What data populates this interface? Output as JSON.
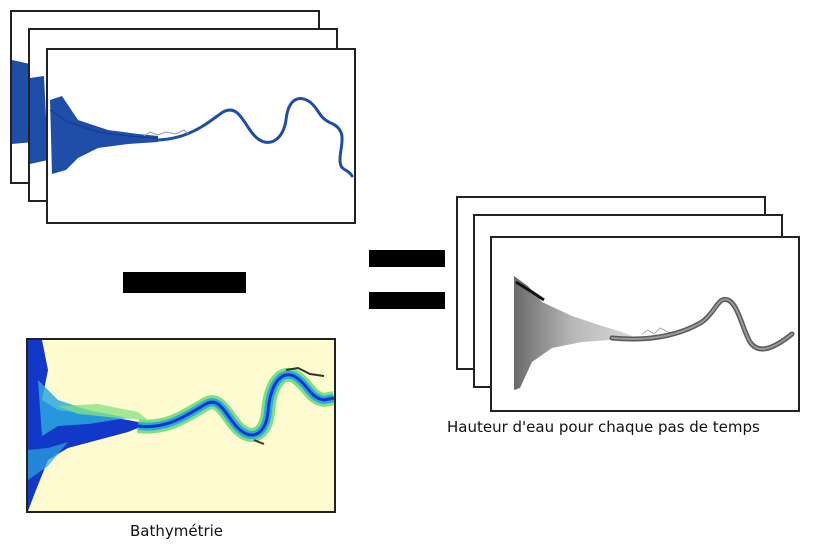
{
  "colors": {
    "river_blue": "#1f4ea8",
    "river_gray": "#555555",
    "bathymetry_background": "#fefbd0",
    "bathymetry_deep": "#1238c8",
    "bathymetry_mid": "#2ca8e0",
    "bathymetry_shallow": "#7fe07a",
    "frame_border": "#222222",
    "operator": "#000000"
  },
  "operators": {
    "minus": "minus",
    "equals": "equals"
  },
  "bathymetry": {
    "caption": "Bathymétrie"
  },
  "output": {
    "caption": "Hauteur d'eau pour chaque pas de temps"
  }
}
